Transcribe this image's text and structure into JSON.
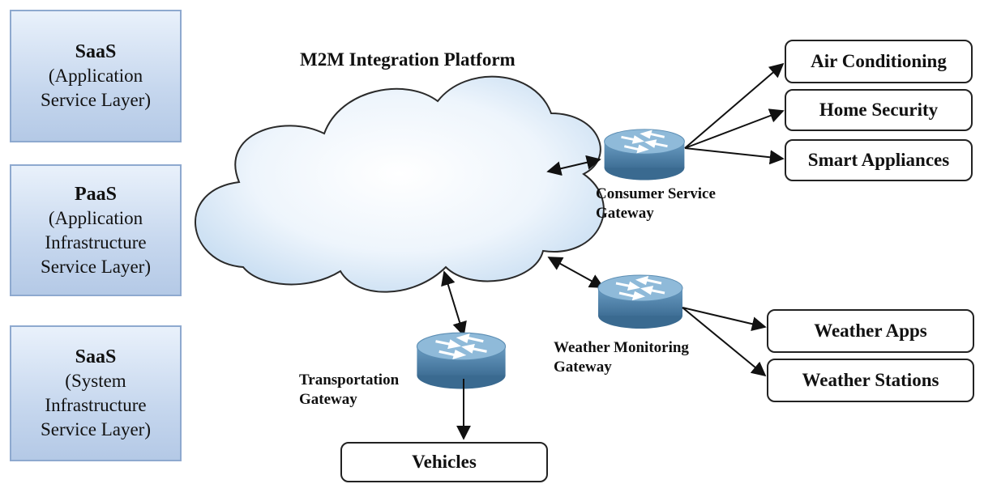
{
  "service_layers": [
    {
      "title": "SaaS",
      "lines": [
        "(Application",
        "Service Layer)"
      ]
    },
    {
      "title": "PaaS",
      "lines": [
        "(Application",
        "Infrastructure",
        "Service Layer)"
      ]
    },
    {
      "title": "SaaS",
      "lines": [
        "(System",
        "Infrastructure",
        "Service Layer)"
      ]
    }
  ],
  "platform_title": "M2M Integration Platform",
  "gateways": {
    "consumer": {
      "lines": [
        "Consumer Service",
        "Gateway"
      ]
    },
    "weather": {
      "lines": [
        "Weather Monitoring",
        "Gateway"
      ]
    },
    "transportation": {
      "lines": [
        "Transportation",
        "Gateway"
      ]
    }
  },
  "devices": {
    "air_conditioning": "Air Conditioning",
    "home_security": "Home Security",
    "smart_appliances": "Smart Appliances",
    "weather_apps": "Weather Apps",
    "weather_stations": "Weather Stations",
    "vehicles": "Vehicles"
  }
}
